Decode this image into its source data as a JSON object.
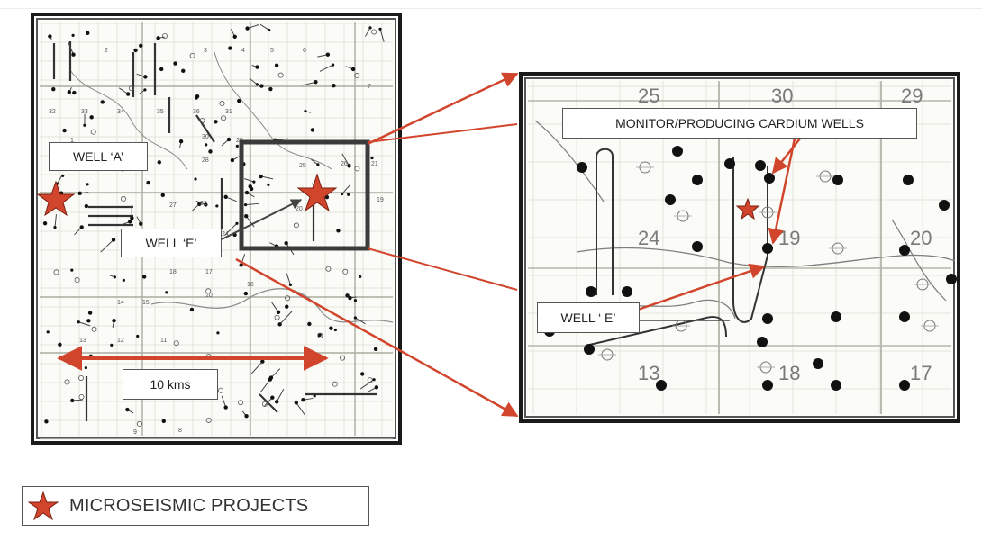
{
  "labels": {
    "well_a": "WELL ‘A’",
    "well_e": "WELL ‘E’",
    "scale": "10 kms",
    "monitor": "MONITOR/PRODUCING CARDIUM WELLS",
    "well_e_zoom": "WELL ‘ E’"
  },
  "legend": {
    "text": "MICROSEISMIC PROJECTS",
    "icon": "star-icon"
  },
  "left_map": {
    "section_numbers": [
      "32",
      "33",
      "34",
      "35",
      "36",
      "31",
      "2",
      "3",
      "4",
      "5",
      "6",
      "7",
      "1",
      "30",
      "29",
      "28",
      "27",
      "22",
      "23",
      "24",
      "25",
      "26",
      "21",
      "20",
      "19",
      "18",
      "17",
      "16",
      "15",
      "14",
      "13",
      "12",
      "11",
      "10",
      "9",
      "8"
    ]
  },
  "right_map": {
    "section_numbers": [
      "25",
      "30",
      "29",
      "24",
      "19",
      "20",
      "13",
      "18",
      "17"
    ]
  },
  "colors": {
    "accent": "#d2452d",
    "well": "#111111",
    "grid": "#d8dcd0",
    "frame": "#1a1a1a"
  }
}
